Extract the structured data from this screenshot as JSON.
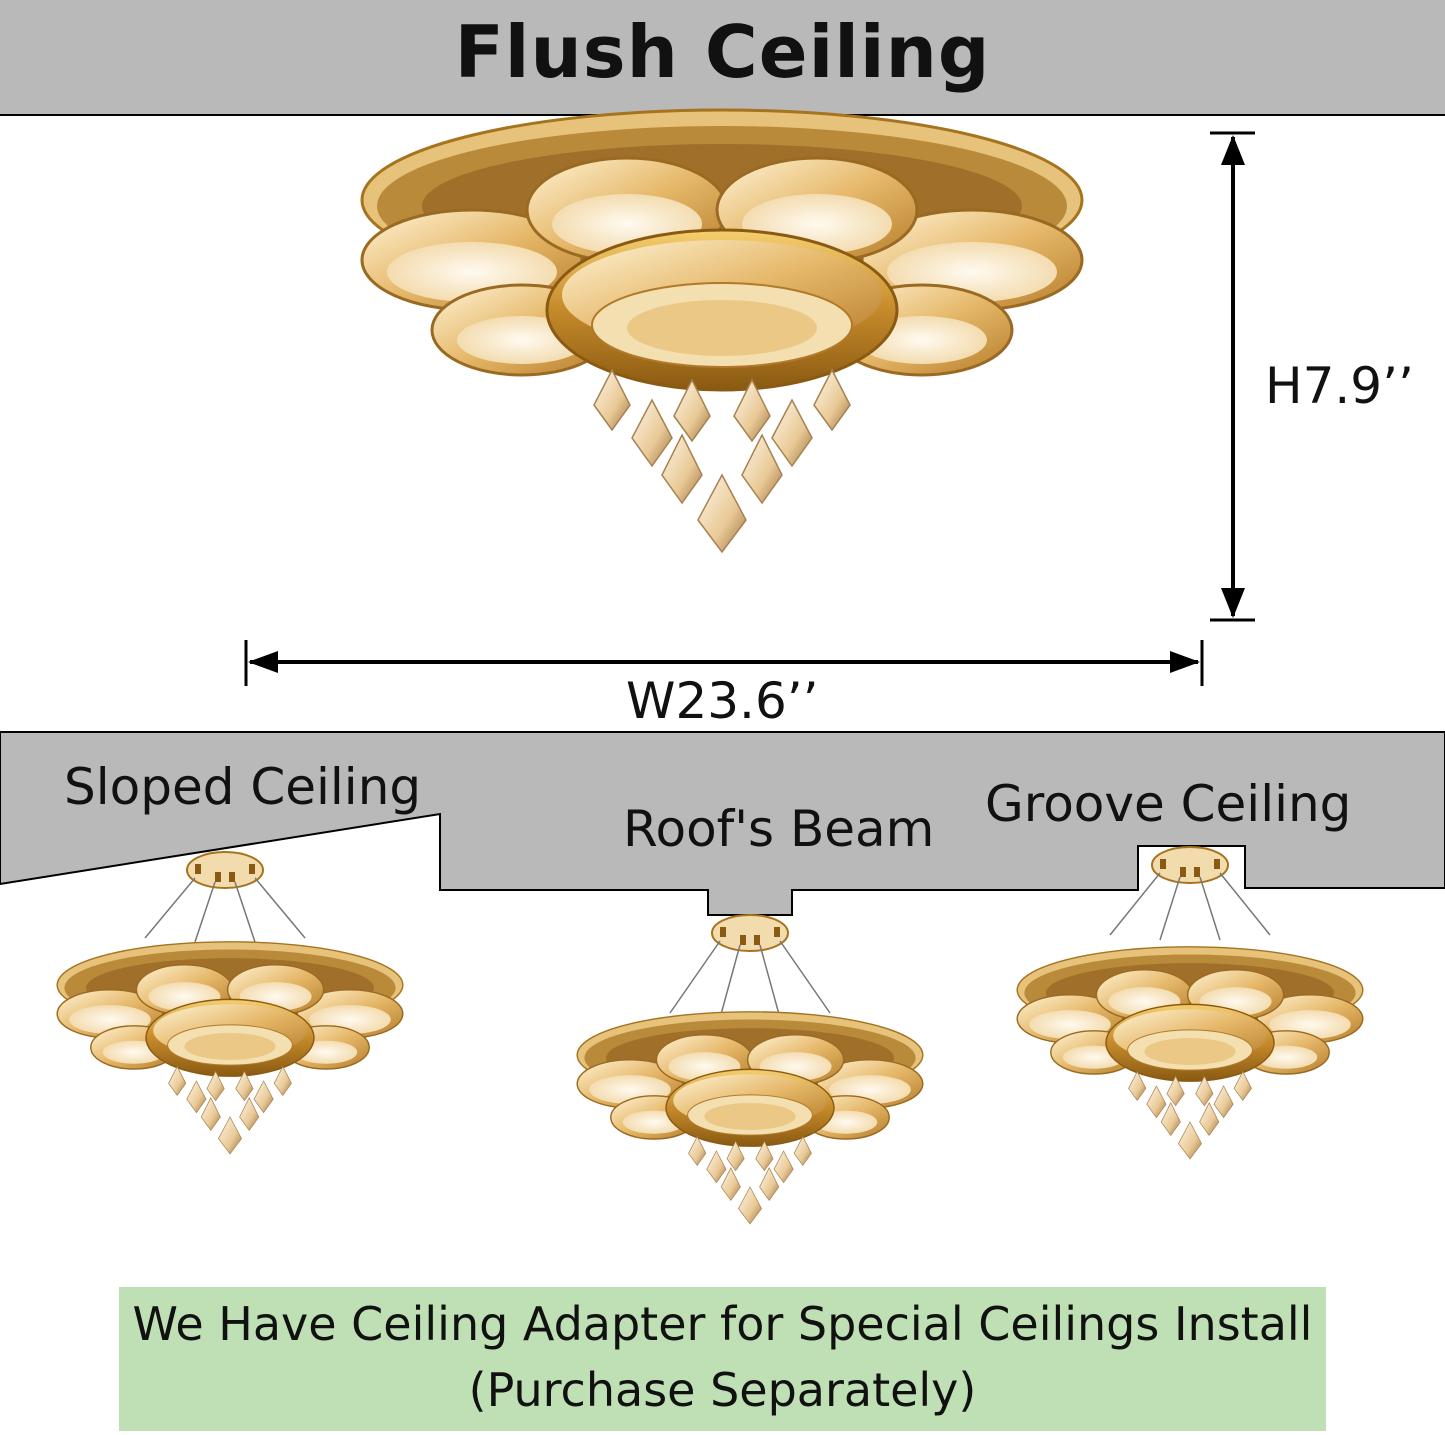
{
  "title": "Flush Ceiling",
  "dimensions": {
    "height": "H7.9’’",
    "width": "W23.6’’"
  },
  "ceiling_types": {
    "sloped": "Sloped Ceiling",
    "beam": "Roof's Beam",
    "groove": "Groove Ceiling"
  },
  "note": {
    "line1": "We Have Ceiling Adapter for Special Ceilings Install",
    "line2": "(Purchase Separately)"
  },
  "colors": {
    "ceiling_gray": "#b9b9b9",
    "note_green": "#bfe0b4",
    "gold": "#c9952f",
    "warm_light": "#fbf1dc"
  }
}
